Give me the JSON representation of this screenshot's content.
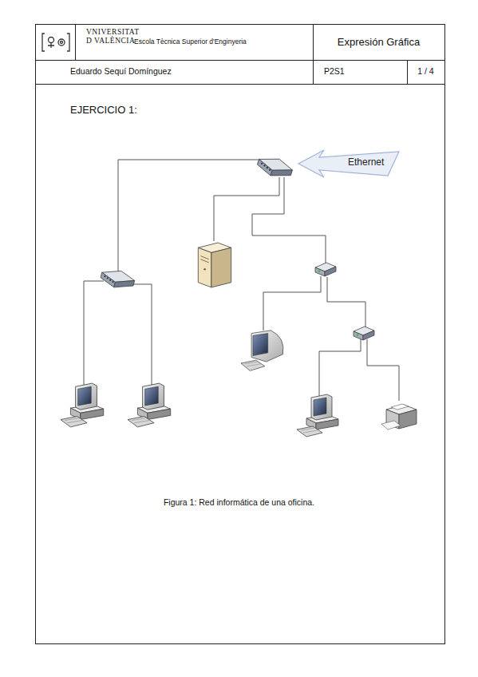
{
  "diagram": {
    "title": "EJERCICIO 1:",
    "caption": "Figura 1: Red informática de una oficina.",
    "nodes": [
      {
        "text": [
          "Ethernet"
        ]
      }
    ],
    "labels": [
      "VNIVERSITAT",
      "D VALÈNCIA",
      "Escola Tècnica Superior d'Enginyeria",
      "Expresión Gráfica",
      "Eduardo Sequí Domínguez",
      "P2S1",
      "1 / 4"
    ]
  }
}
